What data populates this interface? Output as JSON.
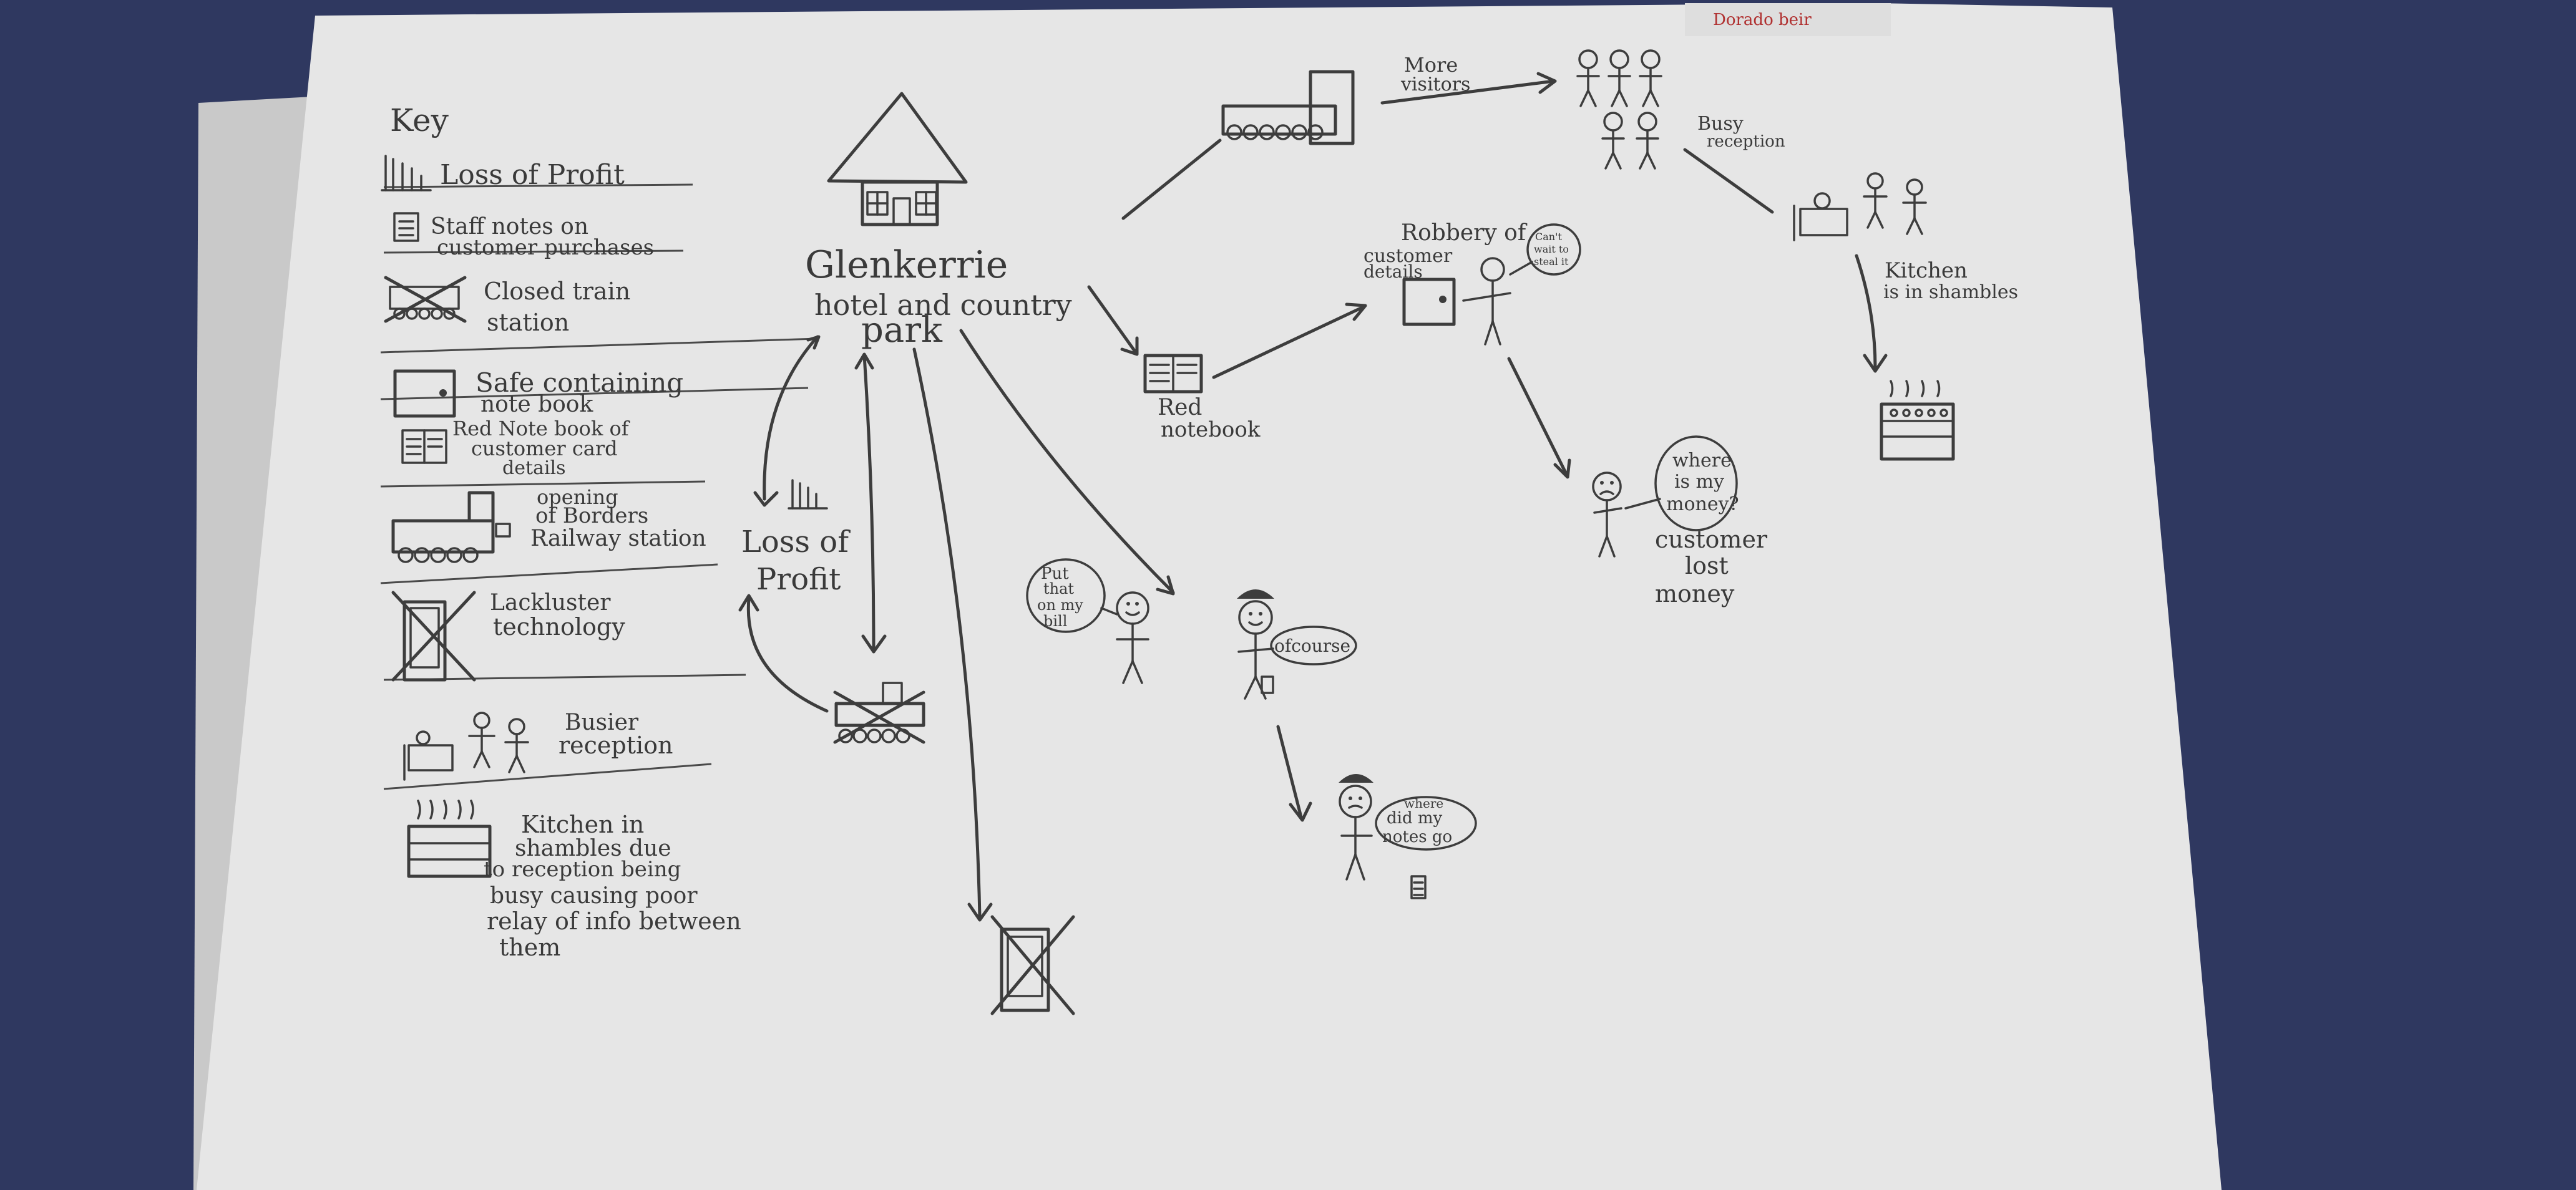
{
  "key": {
    "title": "Key",
    "items": [
      {
        "icon": "graph-icon",
        "text": [
          "Loss of Profit"
        ]
      },
      {
        "icon": "notes-icon",
        "text": [
          "Staff notes on",
          "customer purchases"
        ]
      },
      {
        "icon": "closed-train-icon",
        "text": [
          "Closed train",
          "station"
        ]
      },
      {
        "icon": "safe-icon",
        "text": [
          "Safe containing",
          "note book"
        ]
      },
      {
        "icon": "red-notebook-icon",
        "text": [
          "Red Note book of",
          "customer card",
          "details"
        ]
      },
      {
        "icon": "train-icon",
        "text": [
          "opening",
          "of Borders",
          "Railway station"
        ]
      },
      {
        "icon": "crossed-phone-icon",
        "text": [
          "Lackluster",
          "technology"
        ]
      },
      {
        "icon": "reception-icon",
        "text": [
          "Busier",
          "reception"
        ]
      },
      {
        "icon": "kitchen-icon",
        "text": [
          "Kitchen in",
          "shambles due",
          "to reception being",
          "busy causing poor",
          "relay of info between",
          "them"
        ]
      }
    ]
  },
  "center": {
    "title_lines": [
      "Glenkerrie",
      "hotel and country",
      "park"
    ],
    "loss_of_profit": [
      "Loss of",
      "Profit"
    ]
  },
  "labels": {
    "more_visitors": [
      "More",
      "visitors"
    ],
    "busy_reception": [
      "Busy",
      "reception"
    ],
    "kitchen_shambles": [
      "Kitchen",
      "is in shambles"
    ],
    "robbery": [
      "Robbery of",
      "customer",
      "details"
    ],
    "red_notebook": [
      "Red",
      "notebook"
    ],
    "customer_lost_money": [
      "customer",
      "lost",
      "money"
    ]
  },
  "bubbles": {
    "cant_wait": [
      "Can't",
      "wait to",
      "steal it"
    ],
    "where_money": [
      "where",
      "is my",
      "money?"
    ],
    "put_on_bill": [
      "Put",
      "that",
      "on my",
      "bill"
    ],
    "of_course": "ofcourse",
    "where_notes": [
      "where",
      "did my",
      "notes go"
    ]
  },
  "corner_note": "Dorado beir"
}
